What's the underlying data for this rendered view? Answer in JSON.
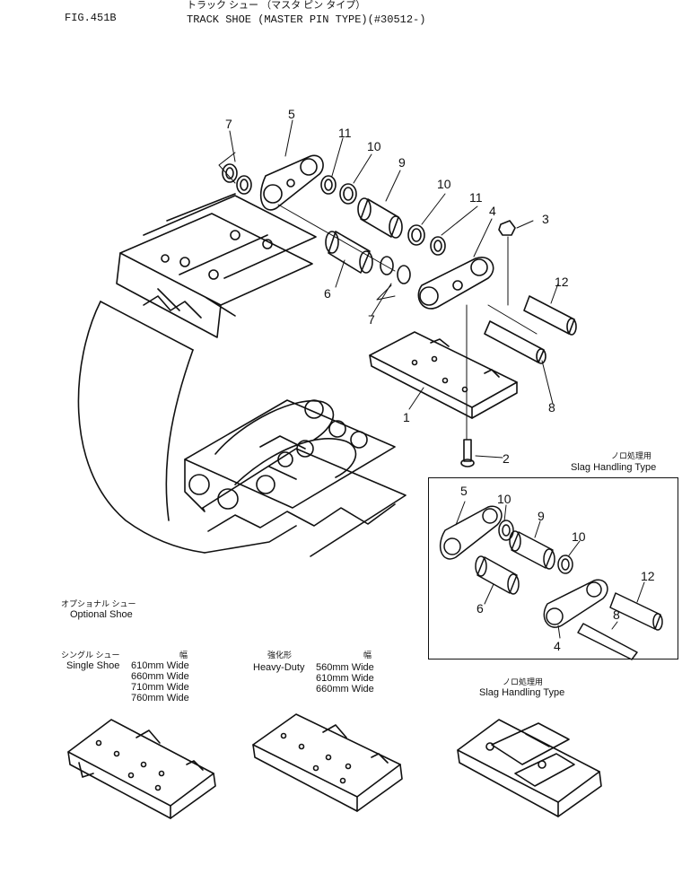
{
  "header": {
    "fig": "FIG.451B",
    "title_jp": "トラック シュー （マスタ ピン タイプ）",
    "title_en": "TRACK SHOE (MASTER PIN TYPE)(#30512-)"
  },
  "callouts": {
    "n1": "1",
    "n2": "2",
    "n3": "3",
    "n4": "4",
    "n5": "5",
    "n6": "6",
    "n7a": "7",
    "n7b": "7",
    "n8": "8",
    "n9": "9",
    "n10a": "10",
    "n10b": "10",
    "n11a": "11",
    "n11b": "11",
    "n12": "12"
  },
  "inset": {
    "jp": "ノロ処理用",
    "label": "Slag Handling Type",
    "callouts": {
      "n5": "5",
      "n10a": "10",
      "n9": "9",
      "n10b": "10",
      "n12": "12",
      "n6": "6",
      "n8": "8",
      "n4": "4"
    }
  },
  "optional": {
    "jp": "オプショナル シュー",
    "label": "Optional Shoe"
  },
  "single": {
    "jp": "シングル シュー",
    "label": "Single Shoe",
    "width_jp": "幅",
    "widths": [
      "610mm Wide",
      "660mm Wide",
      "710mm Wide",
      "760mm Wide"
    ]
  },
  "heavy": {
    "jp": "強化形",
    "label": "Heavy-Duty",
    "width_jp": "幅",
    "widths": [
      "560mm Wide",
      "610mm Wide",
      "660mm Wide"
    ]
  },
  "slag": {
    "jp": "ノロ処理用",
    "label": "Slag Handling Type"
  }
}
